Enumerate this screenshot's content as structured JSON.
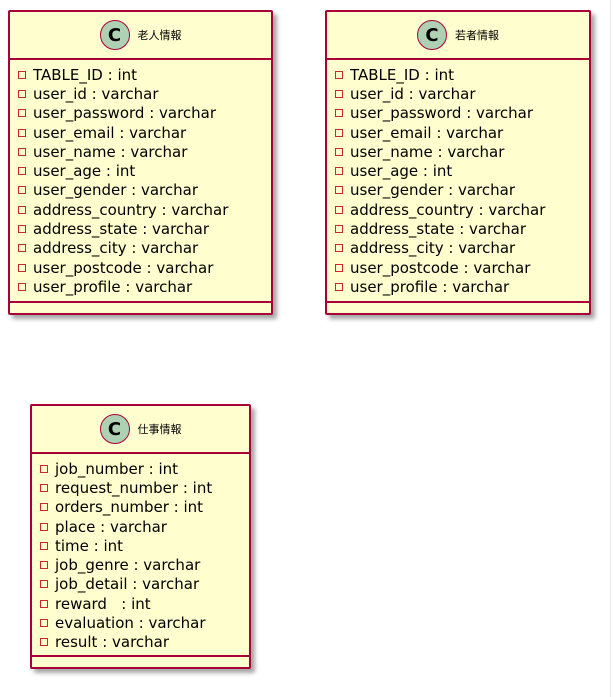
{
  "classes": [
    {
      "name": "老人情報",
      "badge": "C",
      "attributes": [
        "TABLE_ID : int",
        "user_id : varchar",
        "user_password : varchar",
        "user_email : varchar",
        "user_name : varchar",
        "user_age : int",
        "user_gender : varchar",
        "address_country : varchar",
        "address_state : varchar",
        "address_city : varchar",
        "user_postcode : varchar",
        "user_profile : varchar"
      ]
    },
    {
      "name": "若者情報",
      "badge": "C",
      "attributes": [
        "TABLE_ID : int",
        "user_id : varchar",
        "user_password : varchar",
        "user_email : varchar",
        "user_name : varchar",
        "user_age : int",
        "user_gender : varchar",
        "address_country : varchar",
        "address_state : varchar",
        "address_city : varchar",
        "user_postcode : varchar",
        "user_profile : varchar"
      ]
    },
    {
      "name": "仕事情報",
      "badge": "C",
      "attributes": [
        "job_number : int",
        "request_number : int",
        "orders_number : int",
        "place : varchar",
        "time : int",
        "job_genre : varchar",
        "job_detail : varchar",
        "reward   : int",
        "evaluation : varchar",
        "result : varchar"
      ]
    }
  ],
  "colors": {
    "class_fill": "#FEFECE",
    "class_border": "#A80036",
    "badge_fill": "#ADD1B2",
    "private_marker": "#C82930"
  }
}
